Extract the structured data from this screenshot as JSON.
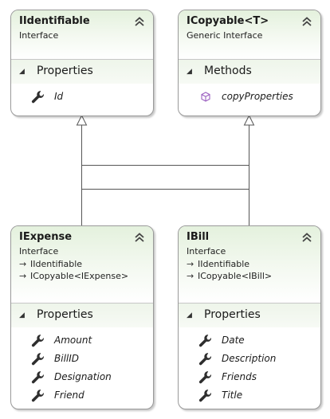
{
  "boxes": {
    "iidentifiable": {
      "title": "IIdentifiable",
      "subtitle": "Interface",
      "section": "Properties",
      "members": [
        "Id"
      ]
    },
    "icopyable": {
      "title": "ICopyable<T>",
      "subtitle": "Generic Interface",
      "section": "Methods",
      "members": [
        "copyProperties"
      ]
    },
    "iexpense": {
      "title": "IExpense",
      "subtitle": "Interface",
      "inherits": [
        "IIdentifiable",
        "ICopyable<IExpense>"
      ],
      "section": "Properties",
      "members": [
        "Amount",
        "BillID",
        "Designation",
        "Friend"
      ]
    },
    "ibill": {
      "title": "IBill",
      "subtitle": "Interface",
      "inherits": [
        "IIdentifiable",
        "ICopyable<IBill>"
      ],
      "section": "Properties",
      "members": [
        "Date",
        "Description",
        "Friends",
        "Title"
      ]
    }
  },
  "icons": {
    "property": "wrench-icon",
    "method": "cube-icon",
    "inherit": "arrow-right-icon",
    "collapse": "double-chevron-up-icon",
    "section_toggle": "triangle-down-icon"
  },
  "colors": {
    "header_gradient": "#e4f1dd",
    "border": "#9a9a9a",
    "method_icon": "#9b5fc0",
    "connector": "#555555"
  }
}
